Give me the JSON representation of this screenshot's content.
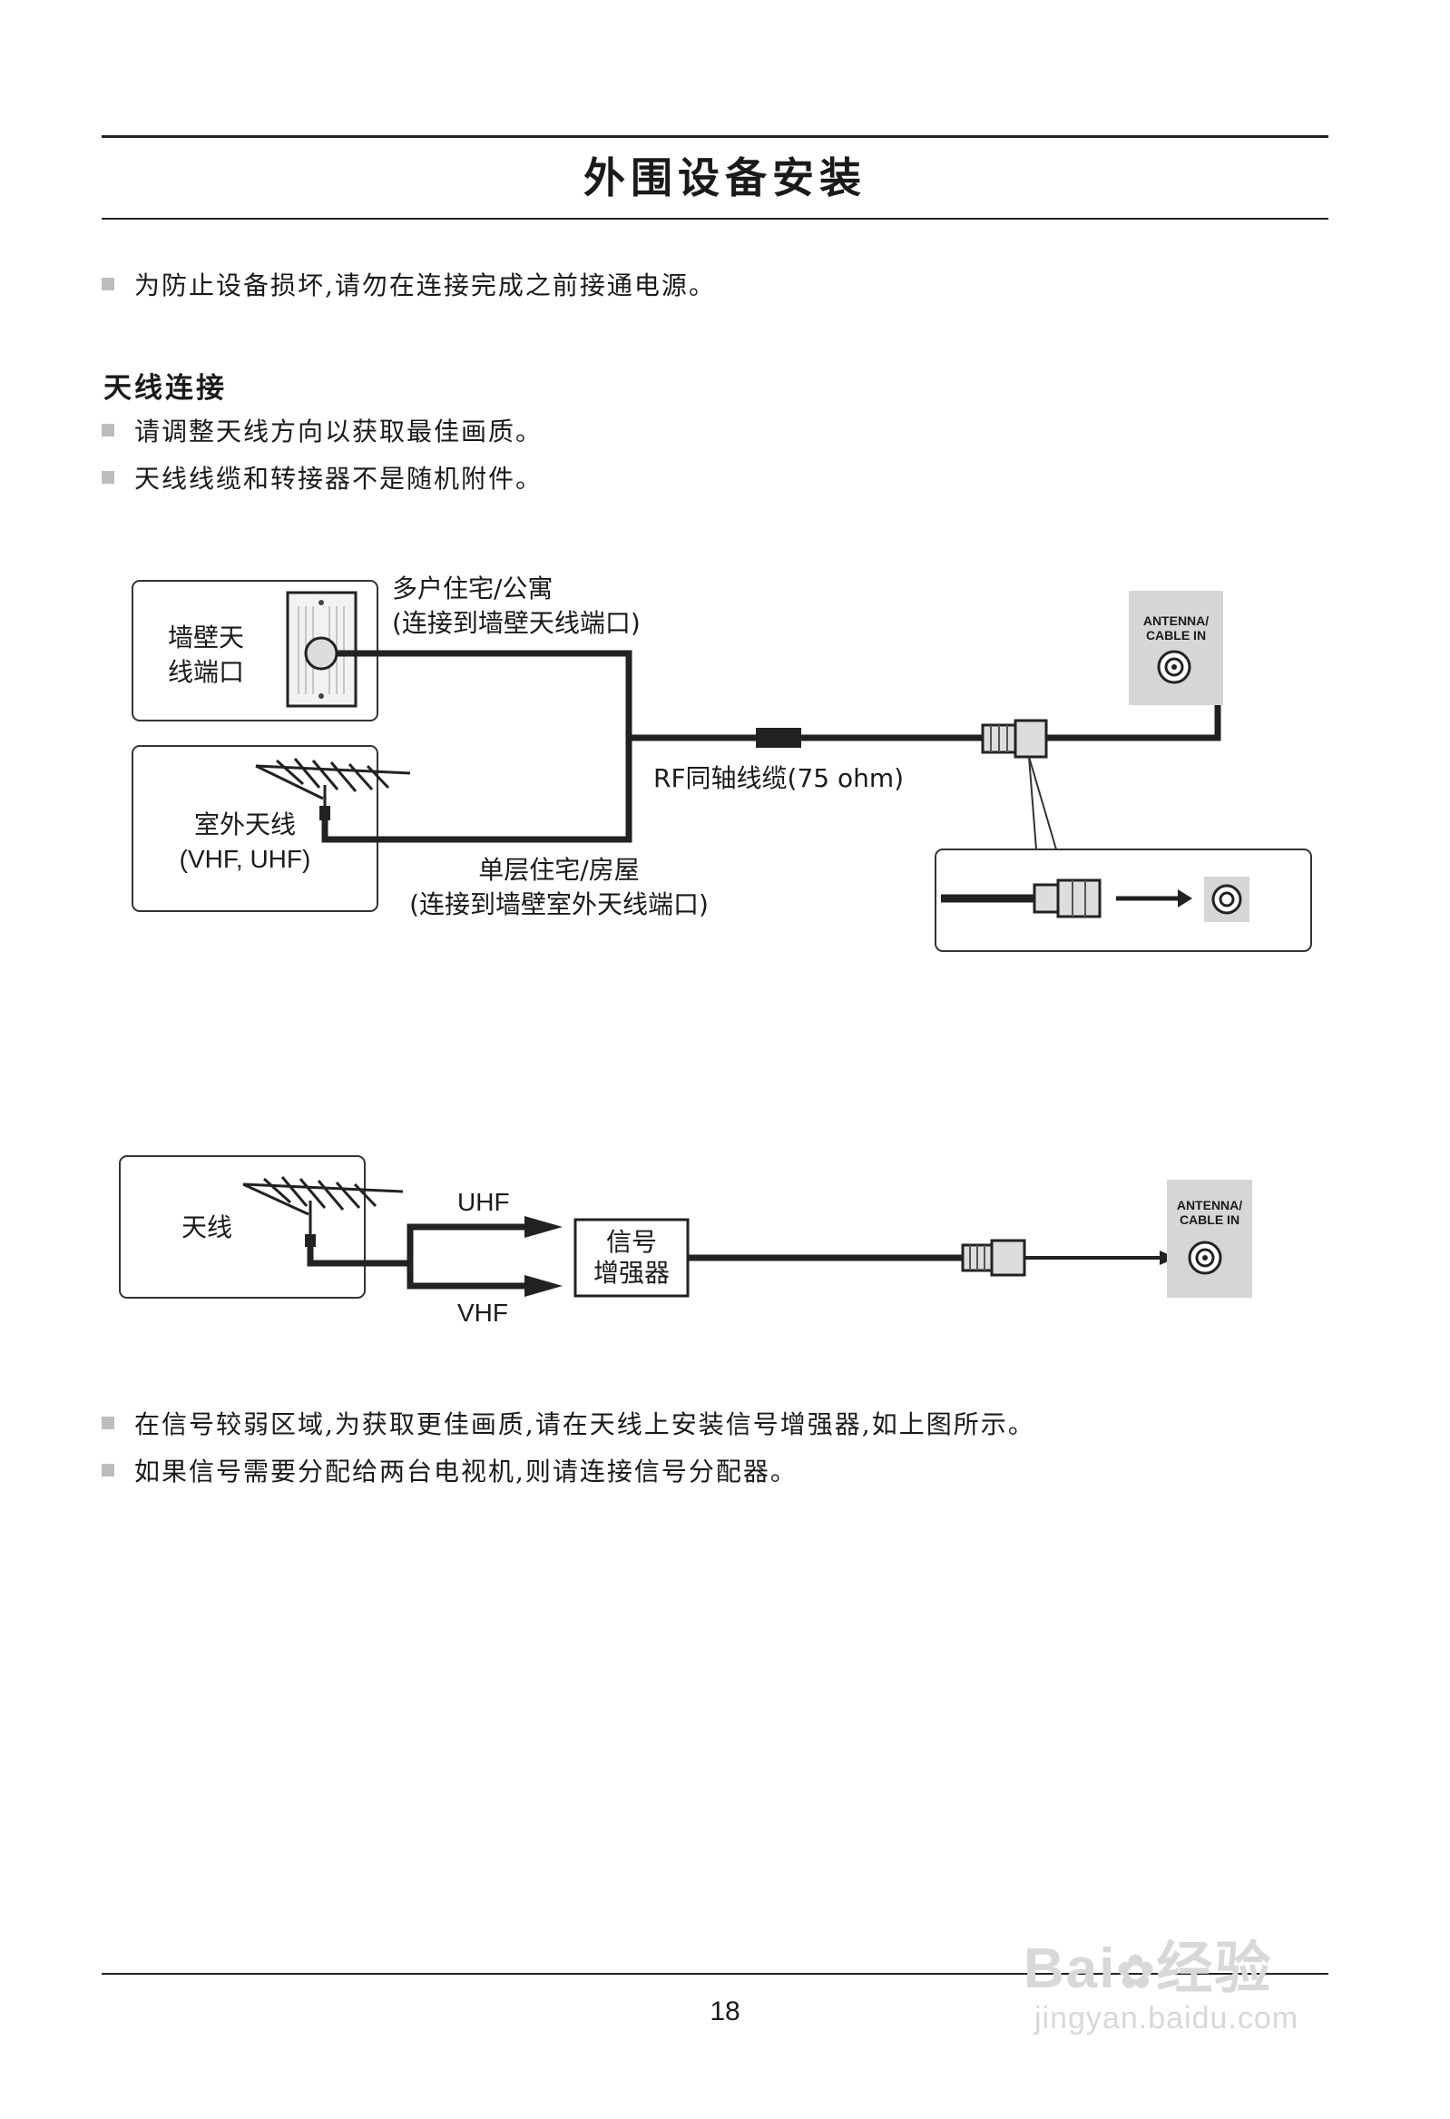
{
  "title": "外围设备安装",
  "intro_bullet": "为防止设备损坏,请勿在连接完成之前接通电源。",
  "section_heading": "天线连接",
  "section_bullets": [
    "请调整天线方向以获取最佳画质。",
    "天线线缆和转接器不是随机附件。"
  ],
  "diagram1": {
    "wall_jack_line1": "墙壁天",
    "wall_jack_line2": "线端口",
    "multi_family_line1": "多户住宅/公寓",
    "multi_family_line2": "(连接到墙壁天线端口)",
    "outdoor_antenna_line1": "室外天线",
    "outdoor_antenna_line2": "(VHF, UHF)",
    "single_family_line1": "单层住宅/房屋",
    "single_family_line2": "(连接到墙壁室外天线端口)",
    "cable_label": "RF同轴线缆(75 ohm)",
    "port_label_line1": "ANTENNA/",
    "port_label_line2": "CABLE IN"
  },
  "diagram2": {
    "antenna_label": "天线",
    "uhf_label": "UHF",
    "vhf_label": "VHF",
    "amp_line1": "信号",
    "amp_line2": "增强器",
    "port_label_line1": "ANTENNA/",
    "port_label_line2": "CABLE IN"
  },
  "bottom_bullets": [
    "在信号较弱区域,为获取更佳画质,请在天线上安装信号增强器,如上图所示。",
    "如果信号需要分配给两台电视机,则请连接信号分配器。"
  ],
  "page_number": "18",
  "watermark": {
    "brand": "Bai",
    "brand_suffix": "经验",
    "url": "jingyan.baidu.com"
  }
}
